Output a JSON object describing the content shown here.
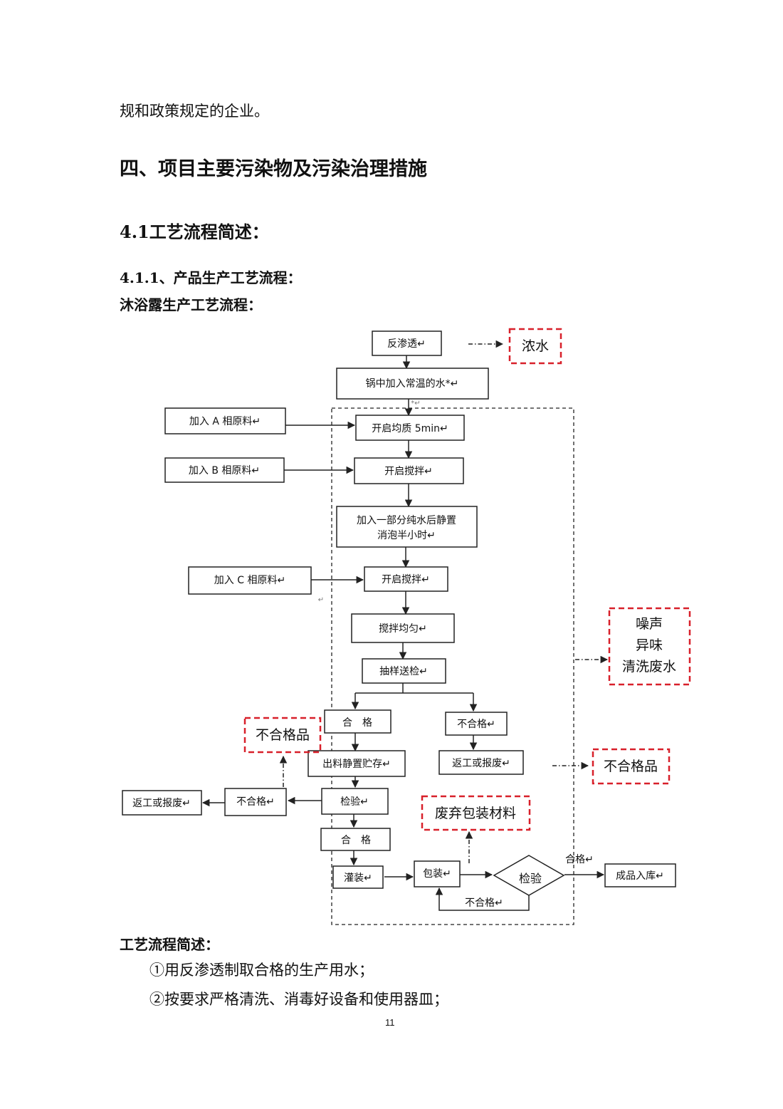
{
  "text": {
    "line1": "规和政策规定的企业。",
    "heading_section": "四、项目主要污染物及污染治理措施",
    "heading_41": "4.1工艺流程简述：",
    "heading_411": "4.1.1、产品生产工艺流程：",
    "subheading": "沐浴露生产工艺流程：",
    "brief_title": "工艺流程简述：",
    "step1": "①用反渗透制取合格的生产用水；",
    "step2": "②按要求严格清洗、消毒好设备和使用器皿；",
    "page_number": "11"
  },
  "flow": {
    "ro": "反渗透↵",
    "pot_water": "锅中加入常温的水*↵",
    "add_a": "加入 A 相原料↵",
    "homogenize": "开启均质 5min↵",
    "add_b": "加入 B 相原料↵",
    "stir1": "开启搅拌↵",
    "add_pure_1": "加入一部分纯水后静置",
    "add_pure_2": "消泡半小时↵",
    "add_c": "加入 C 相原料↵",
    "stir2": "开启搅拌↵",
    "stir_even": "搅拌均匀↵",
    "sample": "抽样送检↵",
    "pass1": "合　格",
    "fail1": "不合格↵",
    "store": "出料静置贮存↵",
    "rework1": "返工或报废↵",
    "inspect1": "检验↵",
    "fail2": "不合格↵",
    "rework2": "返工或报废↵",
    "pass2": "合　格",
    "fill": "灌装↵",
    "pack": "包装↵",
    "inspect2": "检验",
    "warehouse": "成品入库↵",
    "pass_label": "合格↵",
    "fail_label": "不合格↵",
    "star_mark": "*↵",
    "return_mark": "↵",
    "pollutant_conc_water": "浓水",
    "pollutant_noise": "噪声",
    "pollutant_odor": "异味",
    "pollutant_wash_water": "清洗废水",
    "pollutant_reject_left": "不合格品",
    "pollutant_reject_right": "不合格品",
    "pollutant_packaging": "废弃包装材料"
  },
  "colors": {
    "pollutant_border": "#d8202a",
    "ink": "#111111"
  }
}
